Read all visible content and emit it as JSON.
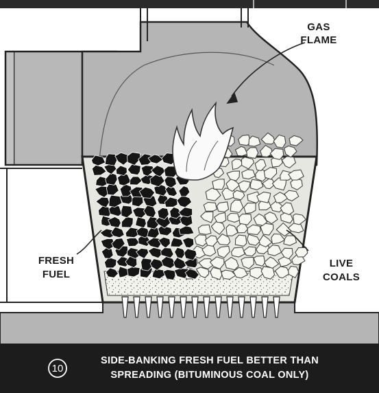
{
  "labels": {
    "gas_flame_line1": "GAS",
    "gas_flame_line2": "FLAME",
    "fresh_fuel_line1": "FRESH",
    "fresh_fuel_line2": "FUEL",
    "live_coals_line1": "LIVE",
    "live_coals_line2": "COALS"
  },
  "caption": {
    "number": "10",
    "line1": "SIDE-BANKING FRESH FUEL BETTER THAN",
    "line2": "SPREADING (BITUMINOUS COAL ONLY)"
  },
  "colors": {
    "furnace_body": "#b5b5b5",
    "caption_background": "#1c1c1c",
    "fresh_fuel": "#151515",
    "live_coals": "#f7f7f2",
    "flame": "#fafafa"
  }
}
